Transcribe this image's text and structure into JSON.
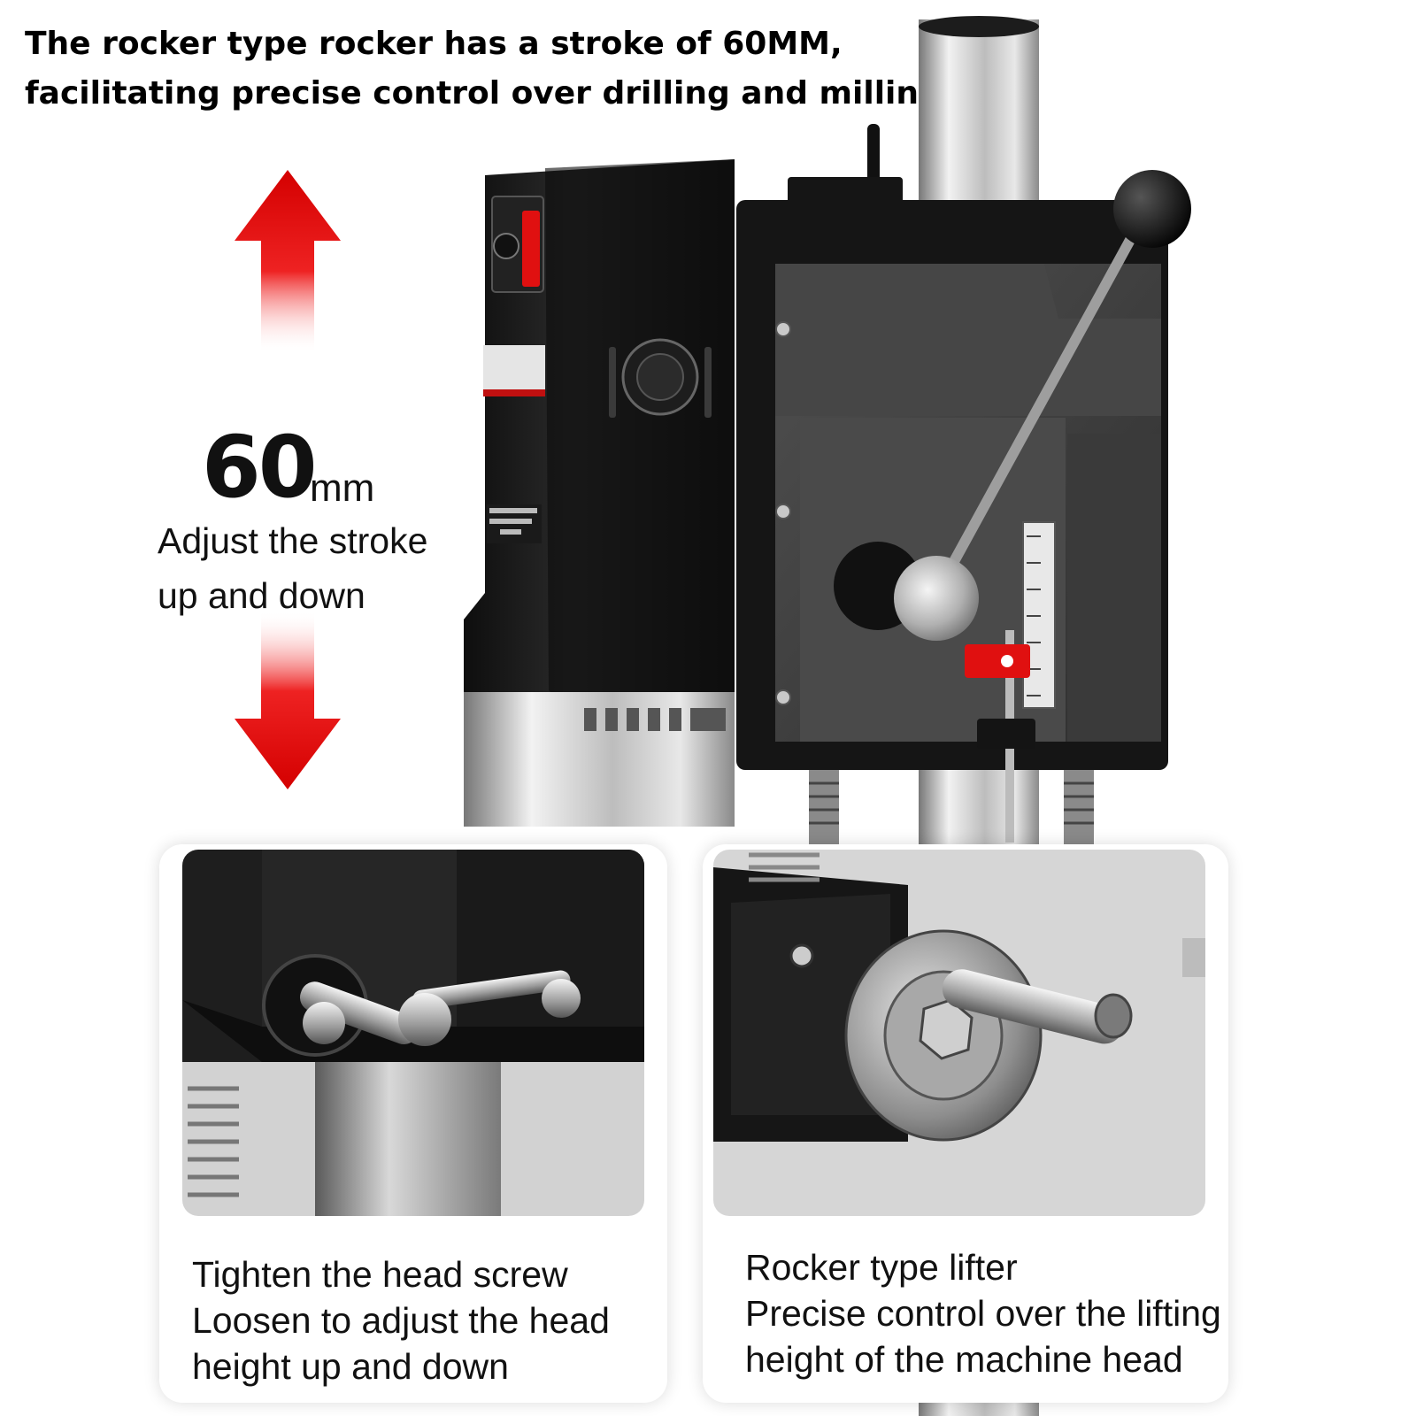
{
  "headline": {
    "line1": "The rocker type rocker has a stroke of 60MM,",
    "line2": "facilitating precise control over drilling and milling."
  },
  "stroke": {
    "value": "60",
    "unit": "mm",
    "desc_line1": "Adjust the stroke",
    "desc_line2": "up and down"
  },
  "captions": {
    "left": {
      "line1": "Tighten the head screw",
      "line2": "Loosen to adjust the head",
      "line3": "height up and down"
    },
    "right": {
      "line1": "Rocker type lifter",
      "line2": "Precise control over the lifting",
      "line3": "height of the machine head"
    }
  },
  "colors": {
    "arrow": "#d40000",
    "body": "#1a1a1a",
    "panel": "#3d3d3d",
    "steel": "#c8c8c8",
    "accent_red": "#e01010"
  }
}
